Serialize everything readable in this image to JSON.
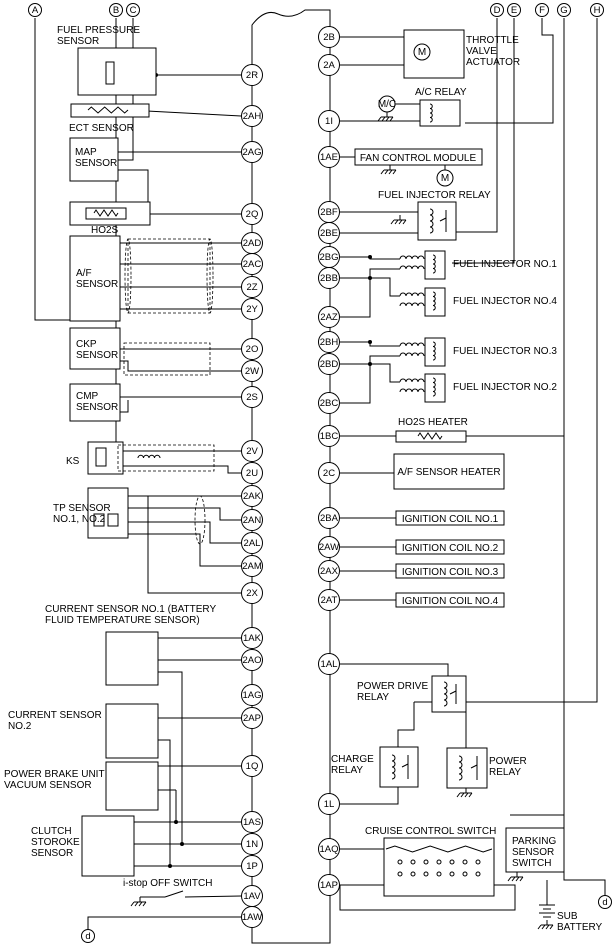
{
  "connectors": {
    "top": [
      "A",
      "B",
      "C",
      "D",
      "E",
      "F",
      "G",
      "H"
    ],
    "bottom": "d"
  },
  "left_components": [
    {
      "key": "fuel_pressure",
      "text": [
        "FUEL PRESSURE",
        "SENSOR"
      ]
    },
    {
      "key": "ect",
      "text": [
        "ECT SENSOR"
      ]
    },
    {
      "key": "map",
      "text": [
        "MAP",
        "SENSOR"
      ]
    },
    {
      "key": "ho2s",
      "text": [
        "HO2S"
      ]
    },
    {
      "key": "af",
      "text": [
        "A/F",
        "SENSOR"
      ]
    },
    {
      "key": "ckp",
      "text": [
        "CKP",
        "SENSOR"
      ]
    },
    {
      "key": "cmp",
      "text": [
        "CMP",
        "SENSOR"
      ]
    },
    {
      "key": "ks",
      "text": [
        "KS"
      ]
    },
    {
      "key": "tp",
      "text": [
        "TP SENSOR",
        "NO.1, NO.2"
      ]
    },
    {
      "key": "cur1",
      "text": [
        "CURRENT SENSOR NO.1 (BATTERY",
        "FLUID TEMPERATURE SENSOR)"
      ]
    },
    {
      "key": "cur2",
      "text": [
        "CURRENT SENSOR",
        "NO.2"
      ]
    },
    {
      "key": "pbu",
      "text": [
        "POWER BRAKE UNIT",
        "VACUUM SENSOR"
      ]
    },
    {
      "key": "clutch",
      "text": [
        "CLUTCH",
        "STOROKE",
        "SENSOR"
      ]
    },
    {
      "key": "istop",
      "text": [
        "i-stop OFF SWITCH"
      ]
    }
  ],
  "left_pins": [
    "2R",
    "2AH",
    "2AG",
    "2Q",
    "2AD",
    "2AC",
    "2Z",
    "2Y",
    "2O",
    "2W",
    "2S",
    "2V",
    "2U",
    "2AK",
    "2AN",
    "2AL",
    "2AM",
    "2X",
    "1AK",
    "2AO",
    "1AG",
    "2AP",
    "1Q",
    "1AS",
    "1N",
    "1P",
    "1AV",
    "1AW"
  ],
  "right_pins": [
    "2B",
    "2A",
    "1I",
    "1AE",
    "2BF",
    "2BE",
    "2BG",
    "2BB",
    "2AZ",
    "2BH",
    "2BD",
    "2BC",
    "1BC",
    "2C",
    "2BA",
    "2AW",
    "2AX",
    "2AT",
    "1AL",
    "1L",
    "1AQ",
    "1AP"
  ],
  "right_components": [
    {
      "key": "throttle",
      "text": [
        "THROTTLE",
        "VALVE",
        "ACTUATOR"
      ]
    },
    {
      "key": "ac_relay",
      "text": [
        "A/C RELAY"
      ]
    },
    {
      "key": "mc",
      "text": [
        "M/C"
      ]
    },
    {
      "key": "fan",
      "text": [
        "FAN CONTROL MODULE"
      ]
    },
    {
      "key": "fir",
      "text": [
        "FUEL INJECTOR RELAY"
      ]
    },
    {
      "key": "inj1",
      "text": [
        "FUEL INJECTOR NO.1"
      ]
    },
    {
      "key": "inj4",
      "text": [
        "FUEL INJECTOR NO.4"
      ]
    },
    {
      "key": "inj3",
      "text": [
        "FUEL INJECTOR NO.3"
      ]
    },
    {
      "key": "inj2",
      "text": [
        "FUEL INJECTOR NO.2"
      ]
    },
    {
      "key": "ho2s_heater",
      "text": [
        "HO2S HEATER"
      ]
    },
    {
      "key": "af_heater",
      "text": [
        "A/F SENSOR HEATER"
      ]
    },
    {
      "key": "ig1",
      "text": [
        "IGNITION COIL NO.1"
      ]
    },
    {
      "key": "ig2",
      "text": [
        "IGNITION COIL NO.2"
      ]
    },
    {
      "key": "ig3",
      "text": [
        "IGNITION COIL NO.3"
      ]
    },
    {
      "key": "ig4",
      "text": [
        "IGNITION COIL NO.4"
      ]
    },
    {
      "key": "pdr",
      "text": [
        "POWER DRIVE",
        "RELAY"
      ]
    },
    {
      "key": "charge",
      "text": [
        "CHARGE",
        "RELAY"
      ]
    },
    {
      "key": "power",
      "text": [
        "POWER",
        "RELAY"
      ]
    },
    {
      "key": "cruise",
      "text": [
        "CRUISE CONTROL SWITCH"
      ]
    },
    {
      "key": "parking",
      "text": [
        "PARKING",
        "SENSOR",
        "SWITCH"
      ]
    },
    {
      "key": "sub_batt",
      "text": [
        "SUB",
        "BATTERY"
      ]
    }
  ]
}
